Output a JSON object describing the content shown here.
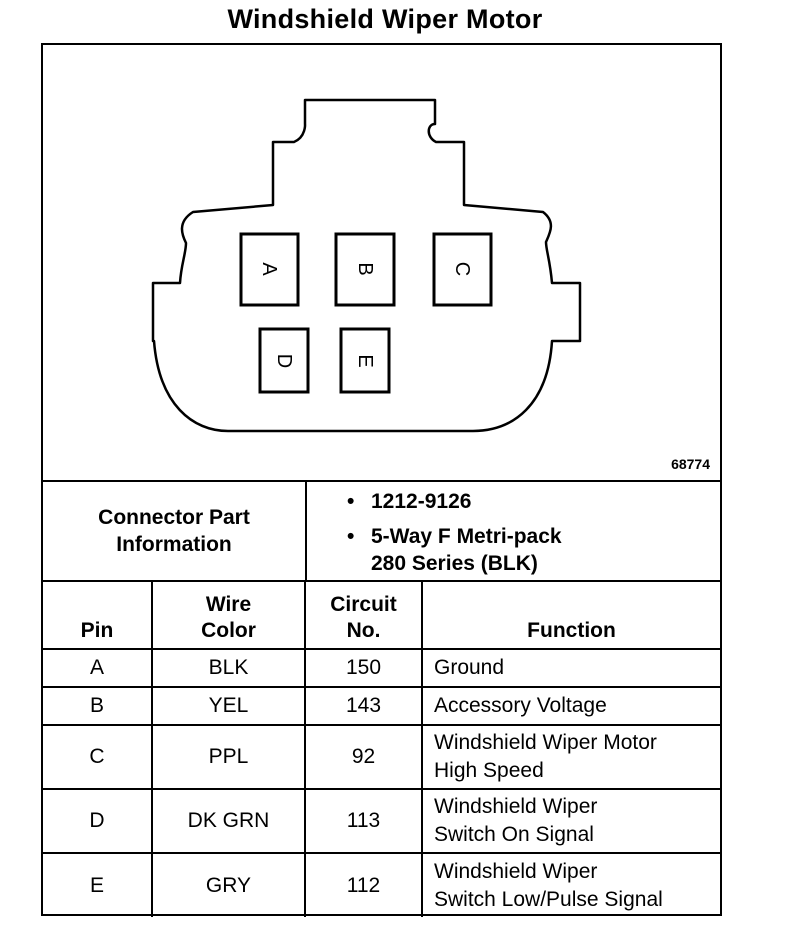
{
  "title": "Windshield Wiper Motor",
  "figure_number": "68774",
  "connector_pins": [
    "A",
    "B",
    "C",
    "D",
    "E"
  ],
  "connector_info": {
    "label_line1": "Connector Part",
    "label_line2": "Information",
    "items": [
      "1212-9126",
      "5-Way F Metri-pack",
      "280 Series (BLK)"
    ]
  },
  "table": {
    "headers": {
      "pin": "Pin",
      "wire_color_1": "Wire",
      "wire_color_2": "Color",
      "circuit_1": "Circuit",
      "circuit_2": "No.",
      "function": "Function"
    },
    "rows": [
      {
        "pin": "A",
        "color": "BLK",
        "circuit": "150",
        "function_1": "Ground",
        "function_2": ""
      },
      {
        "pin": "B",
        "color": "YEL",
        "circuit": "143",
        "function_1": "Accessory Voltage",
        "function_2": ""
      },
      {
        "pin": "C",
        "color": "PPL",
        "circuit": "92",
        "function_1": "Windshield Wiper Motor",
        "function_2": "High Speed"
      },
      {
        "pin": "D",
        "color": "DK GRN",
        "circuit": "113",
        "function_1": "Windshield Wiper",
        "function_2": "Switch On Signal"
      },
      {
        "pin": "E",
        "color": "GRY",
        "circuit": "112",
        "function_1": "Windshield Wiper",
        "function_2": "Switch Low/Pulse Signal"
      }
    ]
  }
}
